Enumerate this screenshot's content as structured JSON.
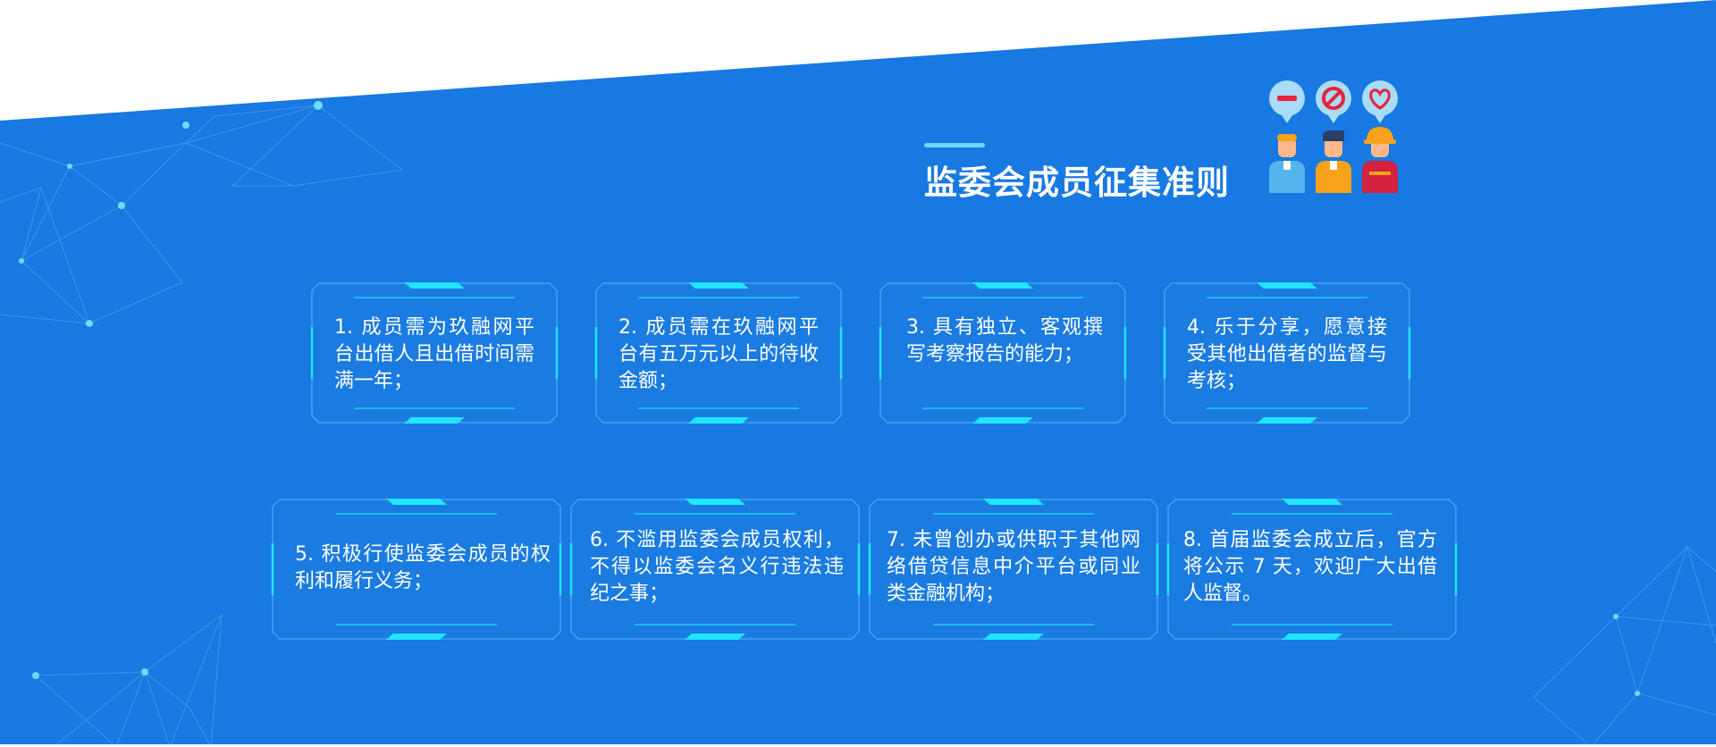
{
  "title": "监委会成员征集准则",
  "colors": {
    "background": "#1779e1",
    "frame": "#5ab8ff",
    "accent": "#21e5ff",
    "text": "#ffffff"
  },
  "icons": [
    "minus-bubble-icon",
    "prohibited-bubble-icon",
    "heart-bubble-icon",
    "person-icon",
    "person-icon",
    "worker-helmet-icon"
  ],
  "rules": [
    {
      "text": "1. 成员需为玖融网平台出借人且出借时间需满一年；"
    },
    {
      "text": "2. 成员需在玖融网平台有五万元以上的待收金额；"
    },
    {
      "text": "3. 具有独立、客观撰写考察报告的能力；"
    },
    {
      "text": "4. 乐于分享，愿意接受其他出借者的监督与考核；"
    },
    {
      "text": "5. 积极行使监委会成员的权利和履行义务；"
    },
    {
      "text": "6. 不滥用监委会成员权利，不得以监委会名义行违法违纪之事；"
    },
    {
      "text": "7. 未曾创办或供职于其他网络借贷信息中介平台或同业类金融机构；"
    },
    {
      "text": "8. 首届监委会成立后，官方将公示 7 天，欢迎广大出借人监督。"
    }
  ]
}
